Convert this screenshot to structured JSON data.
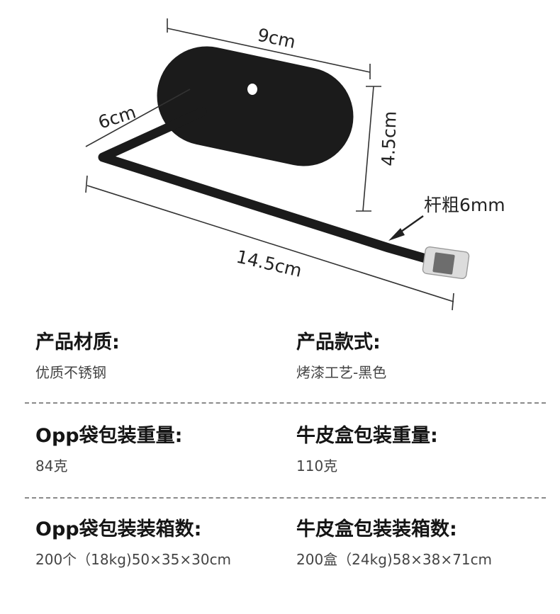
{
  "dimensions": {
    "width": "9cm",
    "height": "4.5cm",
    "arm": "6cm",
    "length": "14.5cm",
    "rod": "杆粗6mm"
  },
  "specs": {
    "material": {
      "label": "产品材质:",
      "value": "优质不锈钢"
    },
    "style": {
      "label": "产品款式:",
      "value": "烤漆工艺-黑色"
    },
    "opp_weight": {
      "label": "Opp袋包装重量:",
      "value": "84克"
    },
    "kraft_weight": {
      "label": "牛皮盒包装重量:",
      "value": "110克"
    },
    "opp_box": {
      "label": "Opp袋包装装箱数:",
      "value": "200个（18kg)50×35×30cm"
    },
    "kraft_box": {
      "label": "牛皮盒包装装箱数:",
      "value": "200盒（24kg)58×38×71cm"
    }
  },
  "colors": {
    "product": "#1b1b1b",
    "divider": "#8a8a8a"
  }
}
